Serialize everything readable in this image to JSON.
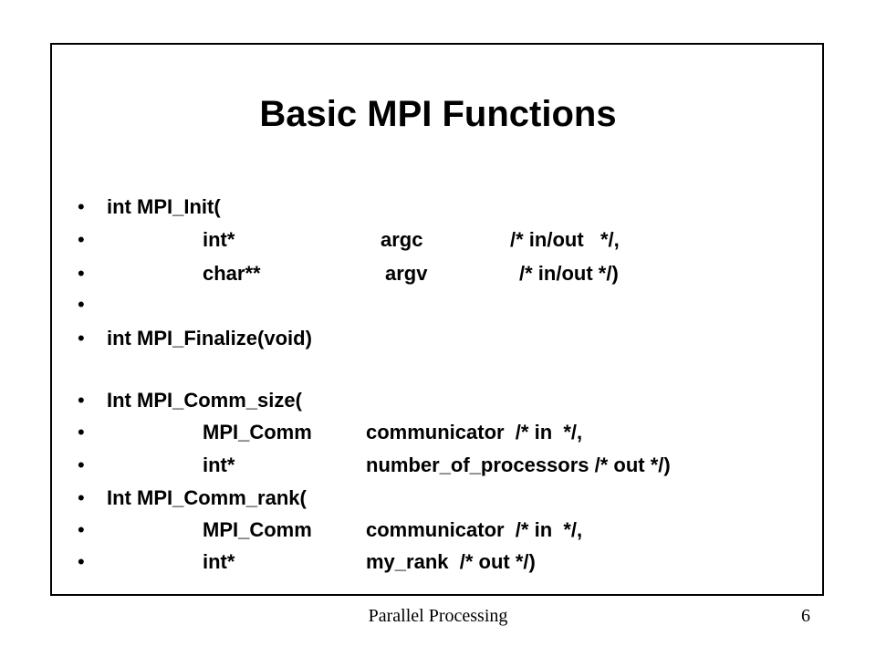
{
  "slide": {
    "title": "Basic MPI Functions",
    "bullet_glyph": "•",
    "lines": [
      {
        "c1": "int MPI_Init(",
        "c2": "",
        "c3": "",
        "c4": ""
      },
      {
        "c1": "",
        "c2": "int*",
        "c3": "argc",
        "c4": "/* in/out   */,"
      },
      {
        "c1": "",
        "c2": "char**",
        "c3": "argv",
        "c4": "/* in/out */)"
      },
      {
        "c1": "",
        "c2": "",
        "c3": "",
        "c4": ""
      },
      {
        "c1": "int MPI_Finalize(void)",
        "c2": "",
        "c3": "",
        "c4": ""
      },
      {
        "c1": "Int MPI_Comm_size(",
        "c2": "",
        "c3": "",
        "c4": ""
      },
      {
        "c1": "",
        "c2": "MPI_Comm",
        "c3": "communicator  /* in  */,",
        "c4": ""
      },
      {
        "c1": "",
        "c2": "int*",
        "c3": "number_of_processors /* out */)",
        "c4": ""
      },
      {
        "c1": "Int MPI_Comm_rank(",
        "c2": "",
        "c3": "",
        "c4": ""
      },
      {
        "c1": "",
        "c2": "MPI_Comm",
        "c3": "communicator  /* in  */,",
        "c4": ""
      },
      {
        "c1": "",
        "c2": "int*",
        "c3": "my_rank  /* out */)",
        "c4": ""
      }
    ]
  },
  "footer": {
    "text": "Parallel Processing",
    "page_number": "6"
  }
}
